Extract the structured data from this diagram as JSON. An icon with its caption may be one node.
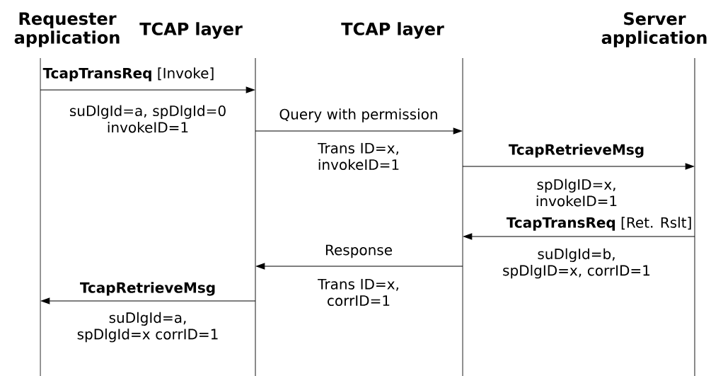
{
  "diagram": {
    "nodes": [
      {
        "text": [
          "Requester application"
        ]
      },
      {
        "text": [
          "TCAP layer"
        ]
      },
      {
        "text": [
          "TCAP layer"
        ]
      },
      {
        "text": [
          "Server application"
        ]
      }
    ],
    "edges": [
      {
        "from": 0,
        "to": 1,
        "arrow": "to",
        "label": "**TcapTransReq** [Invoke]"
      },
      {
        "from": 1,
        "to": 2,
        "arrow": "to",
        "label": "Query with permission"
      },
      {
        "from": 2,
        "to": 3,
        "arrow": "to",
        "label": "TcapRetrieveMsg"
      },
      {
        "from": 3,
        "to": 2,
        "arrow": "to",
        "label": "**TcapTransReq** [Ret. Rslt]"
      },
      {
        "from": 2,
        "to": 1,
        "arrow": "to",
        "label": "Response"
      },
      {
        "from": 1,
        "to": 0,
        "arrow": "to",
        "label": "TcapRetrieveMsg"
      }
    ],
    "labels": [
      "suDlgId=a, spDlgId=0 invokeID=1",
      "Trans ID=x, invokeID=1",
      "spDlgID=x, invokeID=1",
      "suDlgId=b, spDlgID=x, corrID=1",
      "Trans ID=x, corrID=1",
      "suDlgId=a, spDlgId=x corrID=1"
    ]
  }
}
